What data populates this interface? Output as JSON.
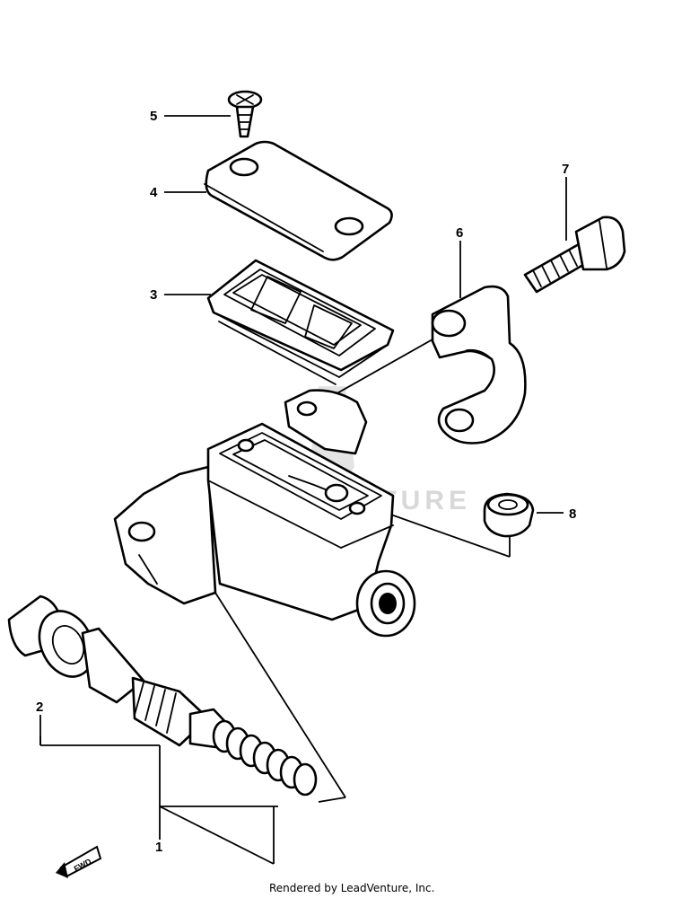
{
  "watermark": "LEADVENTURE",
  "fwd_label": "FWD",
  "credit": "Rendered by LeadVenture, Inc.",
  "callouts": [
    {
      "id": "1",
      "label": "1"
    },
    {
      "id": "2",
      "label": "2"
    },
    {
      "id": "3",
      "label": "3"
    },
    {
      "id": "4",
      "label": "4"
    },
    {
      "id": "5",
      "label": "5"
    },
    {
      "id": "6",
      "label": "6"
    },
    {
      "id": "7",
      "label": "7"
    },
    {
      "id": "8",
      "label": "8"
    }
  ]
}
